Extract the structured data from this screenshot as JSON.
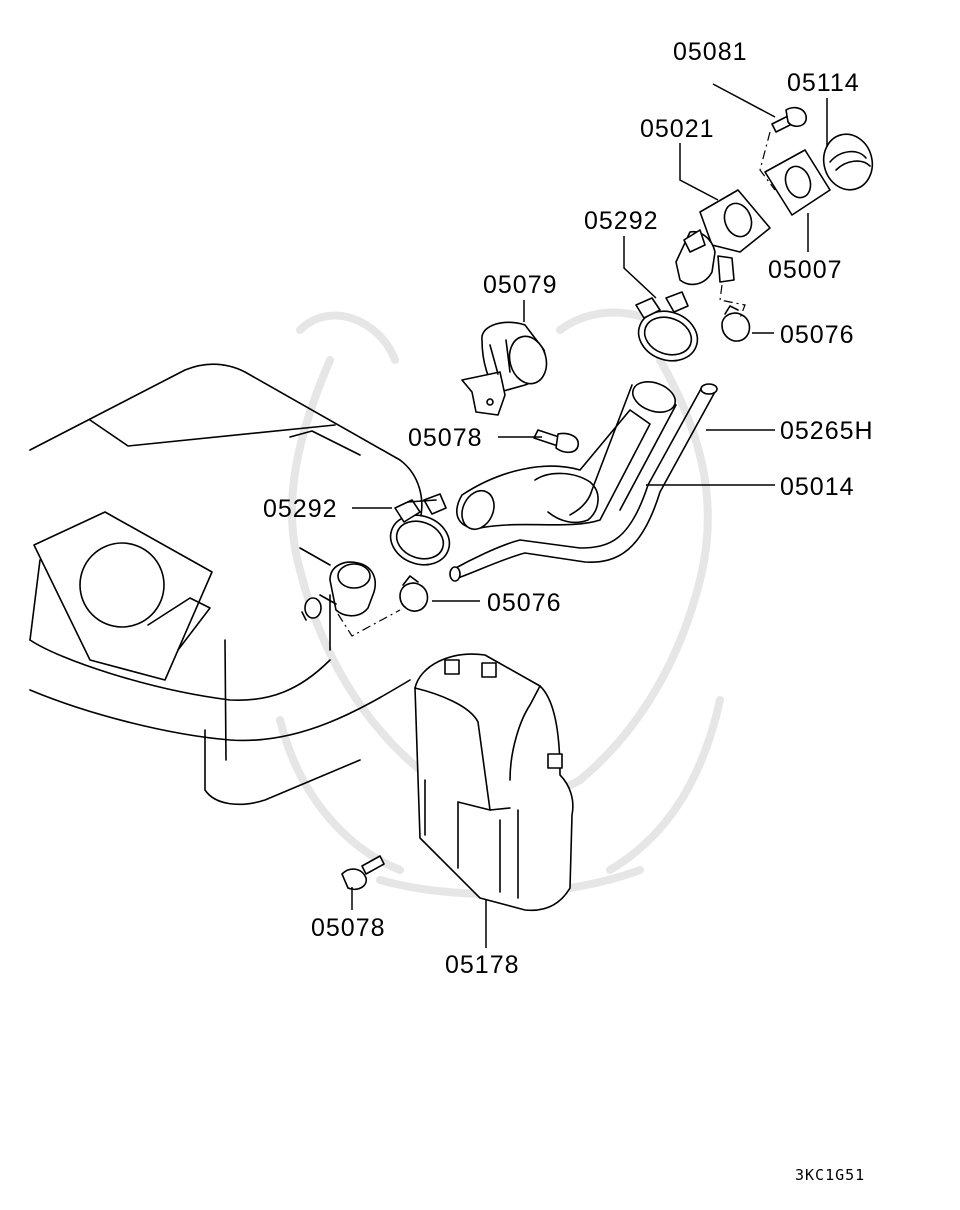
{
  "diagram_code": "3KC1G51",
  "labels": {
    "p05081": "05081",
    "p05114": "05114",
    "p05021": "05021",
    "p05292_top": "05292",
    "p05007": "05007",
    "p05079": "05079",
    "p05076_top": "05076",
    "p05078_mid": "05078",
    "p05265H": "05265H",
    "p05014": "05014",
    "p05292_left": "05292",
    "p05076_mid": "05076",
    "p05078_bottom": "05078",
    "p05178": "05178"
  }
}
